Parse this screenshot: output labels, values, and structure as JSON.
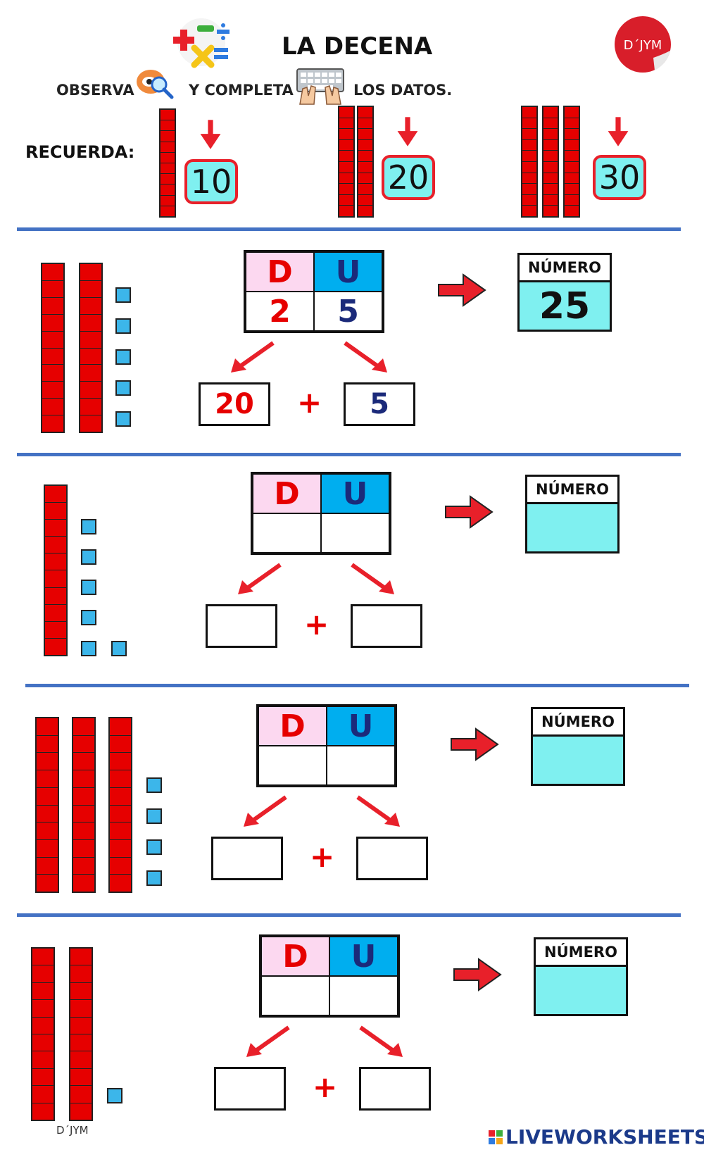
{
  "header": {
    "title": "LA DECENA",
    "instruction_1": "OBSERVA",
    "instruction_2": "Y COMPLETA",
    "instruction_3": "LOS DATOS.",
    "logo": "D´JYM"
  },
  "recuerda": {
    "label": "RECUERDA:",
    "items": [
      "10",
      "20",
      "30"
    ]
  },
  "table_labels": {
    "d": "D",
    "u": "U",
    "plus": "+",
    "numero": "NÚMERO"
  },
  "exercises": [
    {
      "tens_rods": 2,
      "units": 5,
      "d": "2",
      "u": "5",
      "tens_value": "20",
      "units_value": "5",
      "number": "25"
    },
    {
      "tens_rods": 1,
      "units": 6,
      "d": "",
      "u": "",
      "tens_value": "",
      "units_value": "",
      "number": ""
    },
    {
      "tens_rods": 3,
      "units": 4,
      "d": "",
      "u": "",
      "tens_value": "",
      "units_value": "",
      "number": ""
    },
    {
      "tens_rods": 2,
      "units": 1,
      "d": "",
      "u": "",
      "tens_value": "",
      "units_value": "",
      "number": ""
    }
  ],
  "footer": {
    "author": "D´JYM",
    "brand": "LIVEWORKSHEETS"
  },
  "colors": {
    "rod": "#e60000",
    "unit": "#3cb6ea",
    "separator": "#4472c4",
    "answer_bg": "#7ff0f0"
  },
  "icons": [
    "math-symbols-icon",
    "magnifier-eye-icon",
    "keyboard-hands-icon",
    "down-arrow-icon",
    "right-arrow-icon"
  ]
}
